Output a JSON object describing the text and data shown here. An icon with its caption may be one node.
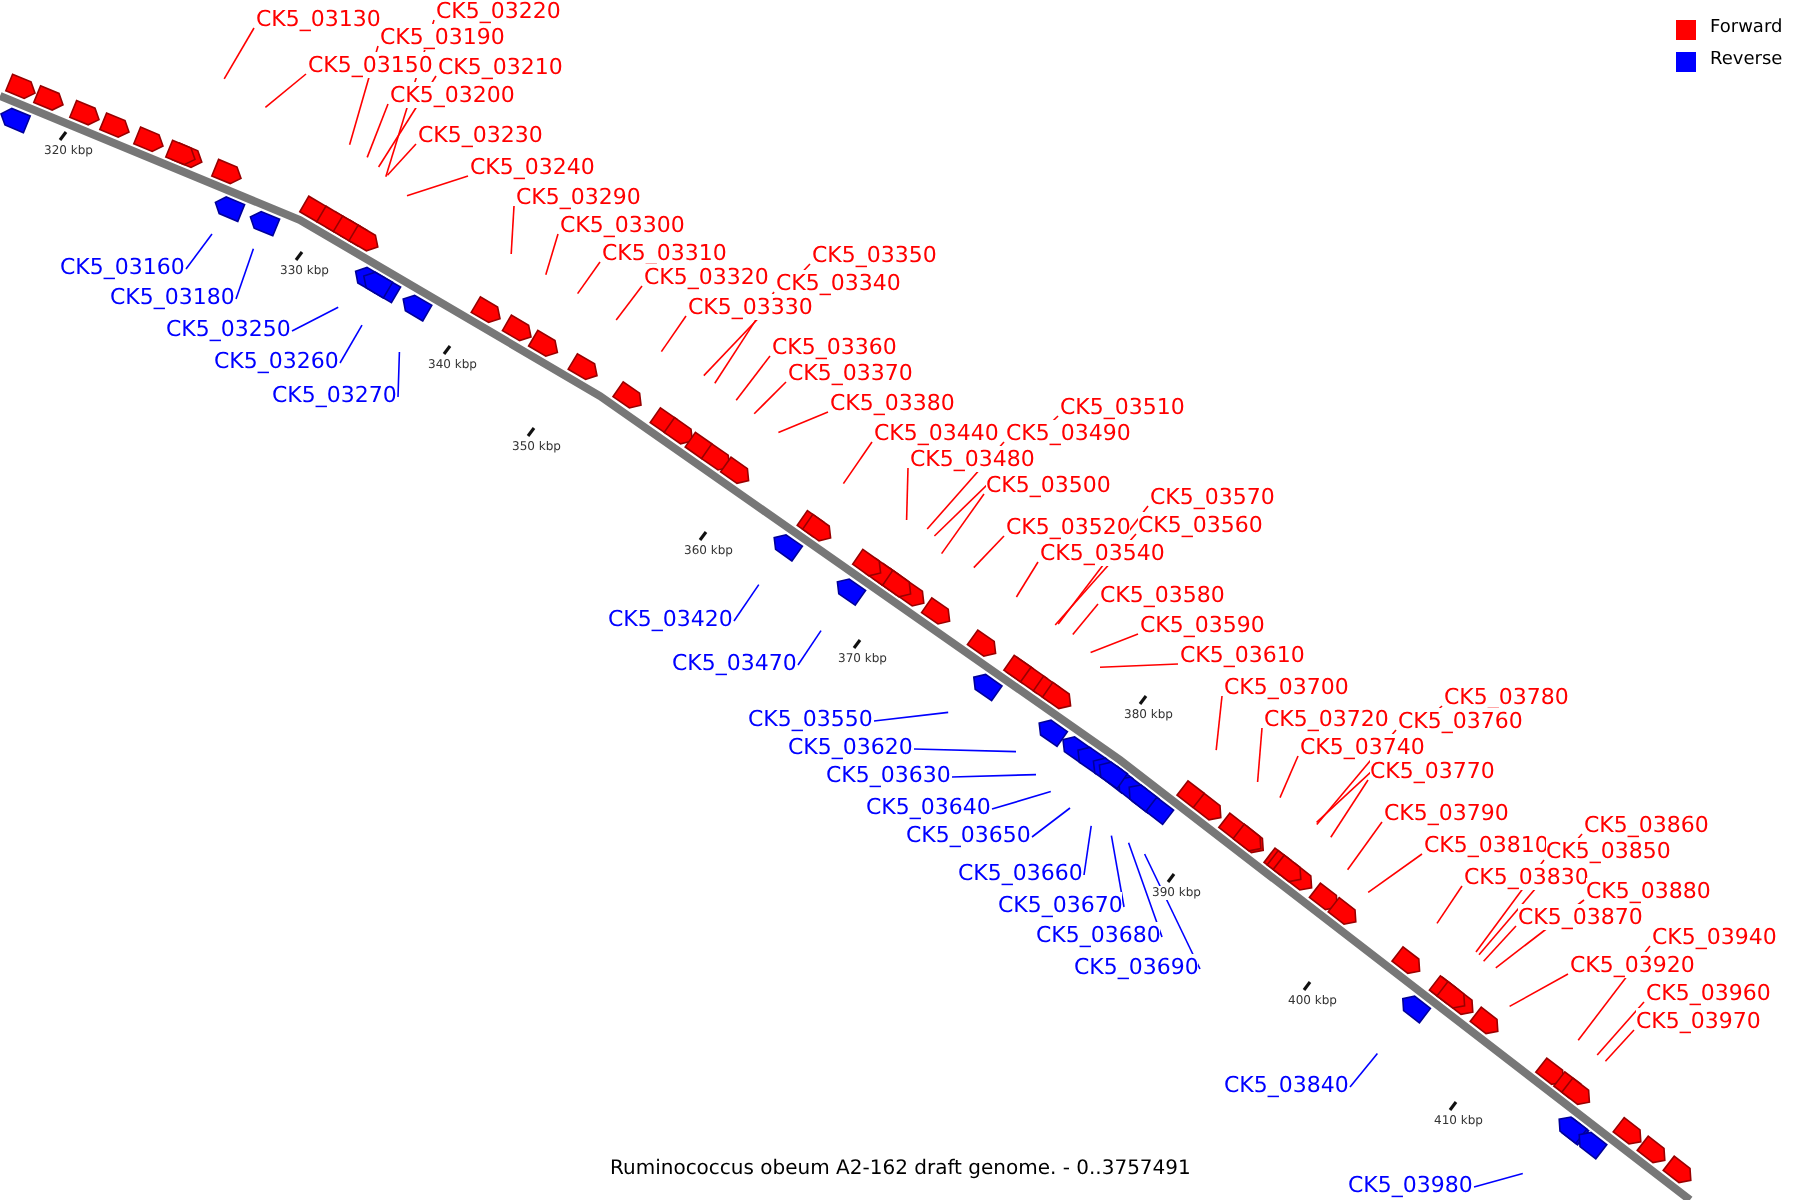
{
  "diagram": {
    "caption": "Ruminococcus obeum A2-162 draft genome. - 0..3757491",
    "nodes": [
      {
        "text": [
          "CK5_03220"
        ]
      },
      {
        "text": [
          "CK5_03130"
        ]
      },
      {
        "text": [
          "CK5_03190"
        ]
      },
      {
        "text": [
          "CK5_03150"
        ]
      },
      {
        "text": [
          "CK5_03210"
        ]
      },
      {
        "text": [
          "CK5_03200"
        ]
      },
      {
        "text": [
          "CK5_03230"
        ]
      },
      {
        "text": [
          "CK5_03240"
        ]
      },
      {
        "text": [
          "CK5_03290"
        ]
      },
      {
        "text": [
          "CK5_03300"
        ]
      },
      {
        "text": [
          "CK5_03310"
        ]
      },
      {
        "text": [
          "CK5_03350"
        ]
      },
      {
        "text": [
          "CK5_03160"
        ]
      },
      {
        "text": [
          "CK5_03320"
        ]
      },
      {
        "text": [
          "CK5_03340"
        ]
      },
      {
        "text": [
          "CK5_03180"
        ]
      },
      {
        "text": [
          "CK5_03330"
        ]
      },
      {
        "text": [
          "CK5_03250"
        ]
      },
      {
        "text": [
          "CK5_03360"
        ]
      },
      {
        "text": [
          "CK5_03260"
        ]
      },
      {
        "text": [
          "CK5_03370"
        ]
      },
      {
        "text": [
          "CK5_03270"
        ]
      },
      {
        "text": [
          "CK5_03380"
        ]
      },
      {
        "text": [
          "CK5_03510"
        ]
      },
      {
        "text": [
          "CK5_03440"
        ]
      },
      {
        "text": [
          "CK5_03490"
        ]
      },
      {
        "text": [
          "CK5_03480"
        ]
      },
      {
        "text": [
          "CK5_03500"
        ]
      },
      {
        "text": [
          "CK5_03570"
        ]
      },
      {
        "text": [
          "CK5_03560"
        ]
      },
      {
        "text": [
          "CK5_03520"
        ]
      },
      {
        "text": [
          "CK5_03540"
        ]
      },
      {
        "text": [
          "CK5_03580"
        ]
      },
      {
        "text": [
          "CK5_03420"
        ]
      },
      {
        "text": [
          "CK5_03590"
        ]
      },
      {
        "text": [
          "CK5_03610"
        ]
      },
      {
        "text": [
          "CK5_03470"
        ]
      },
      {
        "text": [
          "CK5_03700"
        ]
      },
      {
        "text": [
          "CK5_03780"
        ]
      },
      {
        "text": [
          "CK5_03550"
        ]
      },
      {
        "text": [
          "CK5_03720"
        ]
      },
      {
        "text": [
          "CK5_03760"
        ]
      },
      {
        "text": [
          "CK5_03620"
        ]
      },
      {
        "text": [
          "CK5_03740"
        ]
      },
      {
        "text": [
          "CK5_03770"
        ]
      },
      {
        "text": [
          "CK5_03630"
        ]
      },
      {
        "text": [
          "CK5_03640"
        ]
      },
      {
        "text": [
          "CK5_03790"
        ]
      },
      {
        "text": [
          "CK5_03860"
        ]
      },
      {
        "text": [
          "CK5_03650"
        ]
      },
      {
        "text": [
          "CK5_03810"
        ]
      },
      {
        "text": [
          "CK5_03850"
        ]
      },
      {
        "text": [
          "CK5_03660"
        ]
      },
      {
        "text": [
          "CK5_03830"
        ]
      },
      {
        "text": [
          "CK5_03880"
        ]
      },
      {
        "text": [
          "CK5_03670"
        ]
      },
      {
        "text": [
          "CK5_03870"
        ]
      },
      {
        "text": [
          "CK5_03680"
        ]
      },
      {
        "text": [
          "CK5_03940"
        ]
      },
      {
        "text": [
          "CK5_03920"
        ]
      },
      {
        "text": [
          "CK5_03690"
        ]
      },
      {
        "text": [
          "CK5_03960"
        ]
      },
      {
        "text": [
          "CK5_03970"
        ]
      },
      {
        "text": [
          "CK5_03840"
        ]
      },
      {
        "text": [
          "CK5_03980"
        ]
      }
    ],
    "edges": [
      {
        "from": 0,
        "to": null,
        "arrow": "none"
      },
      {
        "from": 1,
        "to": null,
        "arrow": "none"
      },
      {
        "from": 2,
        "to": null,
        "arrow": "none"
      },
      {
        "from": 3,
        "to": null,
        "arrow": "none"
      },
      {
        "from": 4,
        "to": null,
        "arrow": "none"
      },
      {
        "from": 5,
        "to": null,
        "arrow": "none"
      },
      {
        "from": 6,
        "to": null,
        "arrow": "none"
      },
      {
        "from": 7,
        "to": null,
        "arrow": "none"
      },
      {
        "from": 8,
        "to": null,
        "arrow": "none"
      },
      {
        "from": 9,
        "to": null,
        "arrow": "none"
      },
      {
        "from": 10,
        "to": null,
        "arrow": "none"
      },
      {
        "from": 11,
        "to": null,
        "arrow": "none"
      },
      {
        "from": 12,
        "to": null,
        "arrow": "none",
        "color": "#0000ff"
      },
      {
        "from": 13,
        "to": null,
        "arrow": "none"
      },
      {
        "from": 14,
        "to": null,
        "arrow": "none"
      },
      {
        "from": 15,
        "to": null,
        "arrow": "none",
        "color": "#0000ff"
      },
      {
        "from": 16,
        "to": null,
        "arrow": "none"
      },
      {
        "from": 17,
        "to": null,
        "arrow": "none",
        "color": "#0000ff"
      },
      {
        "from": 18,
        "to": null,
        "arrow": "none"
      },
      {
        "from": 19,
        "to": null,
        "arrow": "none",
        "color": "#0000ff"
      },
      {
        "from": 20,
        "to": null,
        "arrow": "none"
      },
      {
        "from": 21,
        "to": null,
        "arrow": "none",
        "color": "#0000ff"
      },
      {
        "from": 22,
        "to": null,
        "arrow": "none"
      },
      {
        "from": 23,
        "to": null,
        "arrow": "none"
      },
      {
        "from": 24,
        "to": null,
        "arrow": "none"
      },
      {
        "from": 25,
        "to": null,
        "arrow": "none"
      },
      {
        "from": 26,
        "to": null,
        "arrow": "none"
      },
      {
        "from": 27,
        "to": null,
        "arrow": "none"
      },
      {
        "from": 28,
        "to": null,
        "arrow": "none"
      },
      {
        "from": 29,
        "to": null,
        "arrow": "none"
      },
      {
        "from": 30,
        "to": null,
        "arrow": "none"
      },
      {
        "from": 31,
        "to": null,
        "arrow": "none"
      },
      {
        "from": 32,
        "to": null,
        "arrow": "none"
      },
      {
        "from": 33,
        "to": null,
        "arrow": "none",
        "color": "#0000ff"
      },
      {
        "from": 34,
        "to": null,
        "arrow": "none"
      },
      {
        "from": 35,
        "to": null,
        "arrow": "none"
      },
      {
        "from": 36,
        "to": null,
        "arrow": "none",
        "color": "#0000ff"
      },
      {
        "from": 37,
        "to": null,
        "arrow": "none"
      },
      {
        "from": 38,
        "to": null,
        "arrow": "none"
      },
      {
        "from": 39,
        "to": null,
        "arrow": "none",
        "color": "#0000ff"
      },
      {
        "from": 40,
        "to": null,
        "arrow": "none"
      },
      {
        "from": 41,
        "to": null,
        "arrow": "none"
      },
      {
        "from": 42,
        "to": null,
        "arrow": "none",
        "color": "#0000ff"
      },
      {
        "from": 43,
        "to": null,
        "arrow": "none"
      },
      {
        "from": 44,
        "to": null,
        "arrow": "none"
      },
      {
        "from": 45,
        "to": null,
        "arrow": "none",
        "color": "#0000ff"
      },
      {
        "from": 46,
        "to": null,
        "arrow": "none",
        "color": "#0000ff"
      },
      {
        "from": 47,
        "to": null,
        "arrow": "none"
      },
      {
        "from": 48,
        "to": null,
        "arrow": "none"
      },
      {
        "from": 49,
        "to": null,
        "arrow": "none",
        "color": "#0000ff"
      },
      {
        "from": 50,
        "to": null,
        "arrow": "none"
      },
      {
        "from": 51,
        "to": null,
        "arrow": "none"
      },
      {
        "from": 52,
        "to": null,
        "arrow": "none",
        "color": "#0000ff"
      },
      {
        "from": 53,
        "to": null,
        "arrow": "none"
      },
      {
        "from": 54,
        "to": null,
        "arrow": "none"
      },
      {
        "from": 55,
        "to": null,
        "arrow": "none",
        "color": "#0000ff"
      },
      {
        "from": 56,
        "to": null,
        "arrow": "none"
      },
      {
        "from": 57,
        "to": null,
        "arrow": "none",
        "color": "#0000ff"
      },
      {
        "from": 58,
        "to": null,
        "arrow": "none"
      },
      {
        "from": 59,
        "to": null,
        "arrow": "none"
      },
      {
        "from": 60,
        "to": null,
        "arrow": "none",
        "color": "#0000ff"
      },
      {
        "from": 61,
        "to": null,
        "arrow": "none"
      },
      {
        "from": 62,
        "to": null,
        "arrow": "none"
      },
      {
        "from": 63,
        "to": null,
        "arrow": "none",
        "color": "#0000ff"
      },
      {
        "from": 64,
        "to": null,
        "arrow": "none",
        "color": "#0000ff"
      }
    ],
    "labels": [
      "320 kbp",
      "330 kbp",
      "340 kbp",
      "350 kbp",
      "360 kbp",
      "370 kbp",
      "380 kbp",
      "390 kbp",
      "400 kbp",
      "410 kbp"
    ],
    "legend": [
      {
        "text": "Forward",
        "color": "#ff0000"
      },
      {
        "text": "Reverse",
        "color": "#0000ff"
      }
    ]
  }
}
